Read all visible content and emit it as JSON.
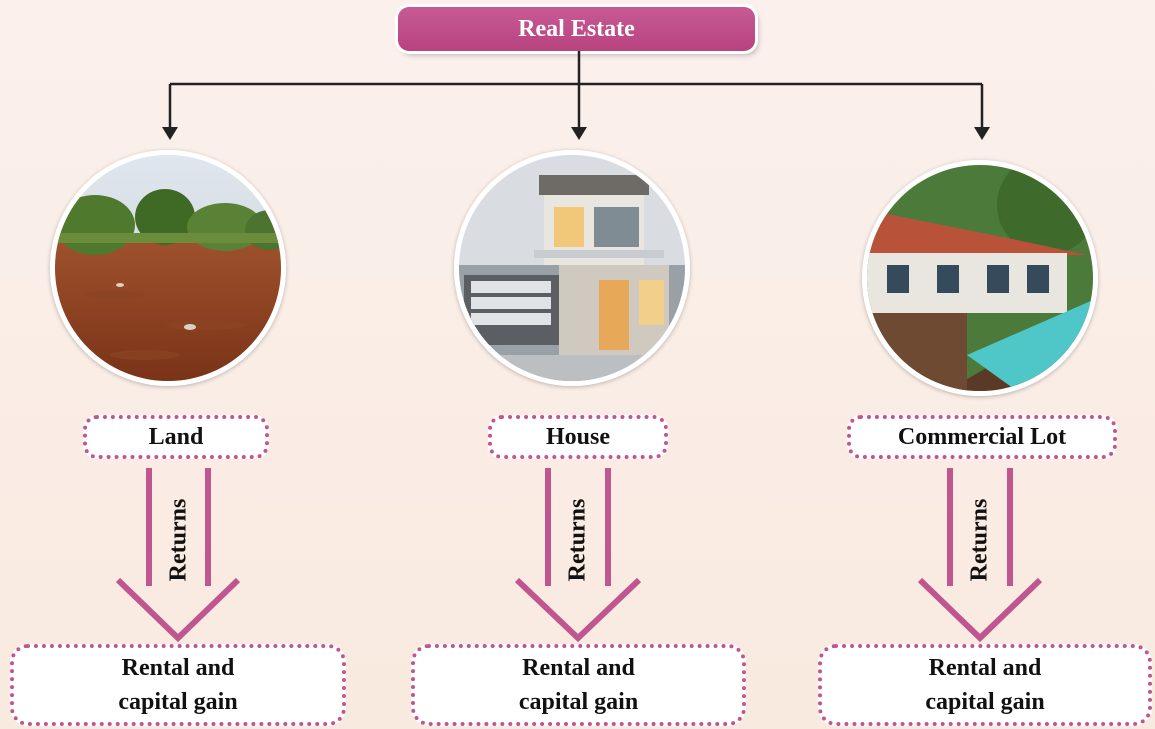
{
  "title": "Real Estate",
  "branches": [
    {
      "id": "land",
      "label": "Land",
      "returns_label": "Returns",
      "result_line1": "Rental and",
      "result_line2": "capital gain",
      "photo": "land-field-photo"
    },
    {
      "id": "house",
      "label": "House",
      "returns_label": "Returns",
      "result_line1": "Rental and",
      "result_line2": "capital gain",
      "photo": "modern-house-photo"
    },
    {
      "id": "commercial",
      "label": "Commercial Lot",
      "returns_label": "Returns",
      "result_line1": "Rental and",
      "result_line2": "capital gain",
      "photo": "building-with-pool-photo"
    }
  ],
  "colors": {
    "accent": "#b8437f",
    "arrow": "#c0568f",
    "connector": "#222222",
    "background": "#faede6"
  }
}
